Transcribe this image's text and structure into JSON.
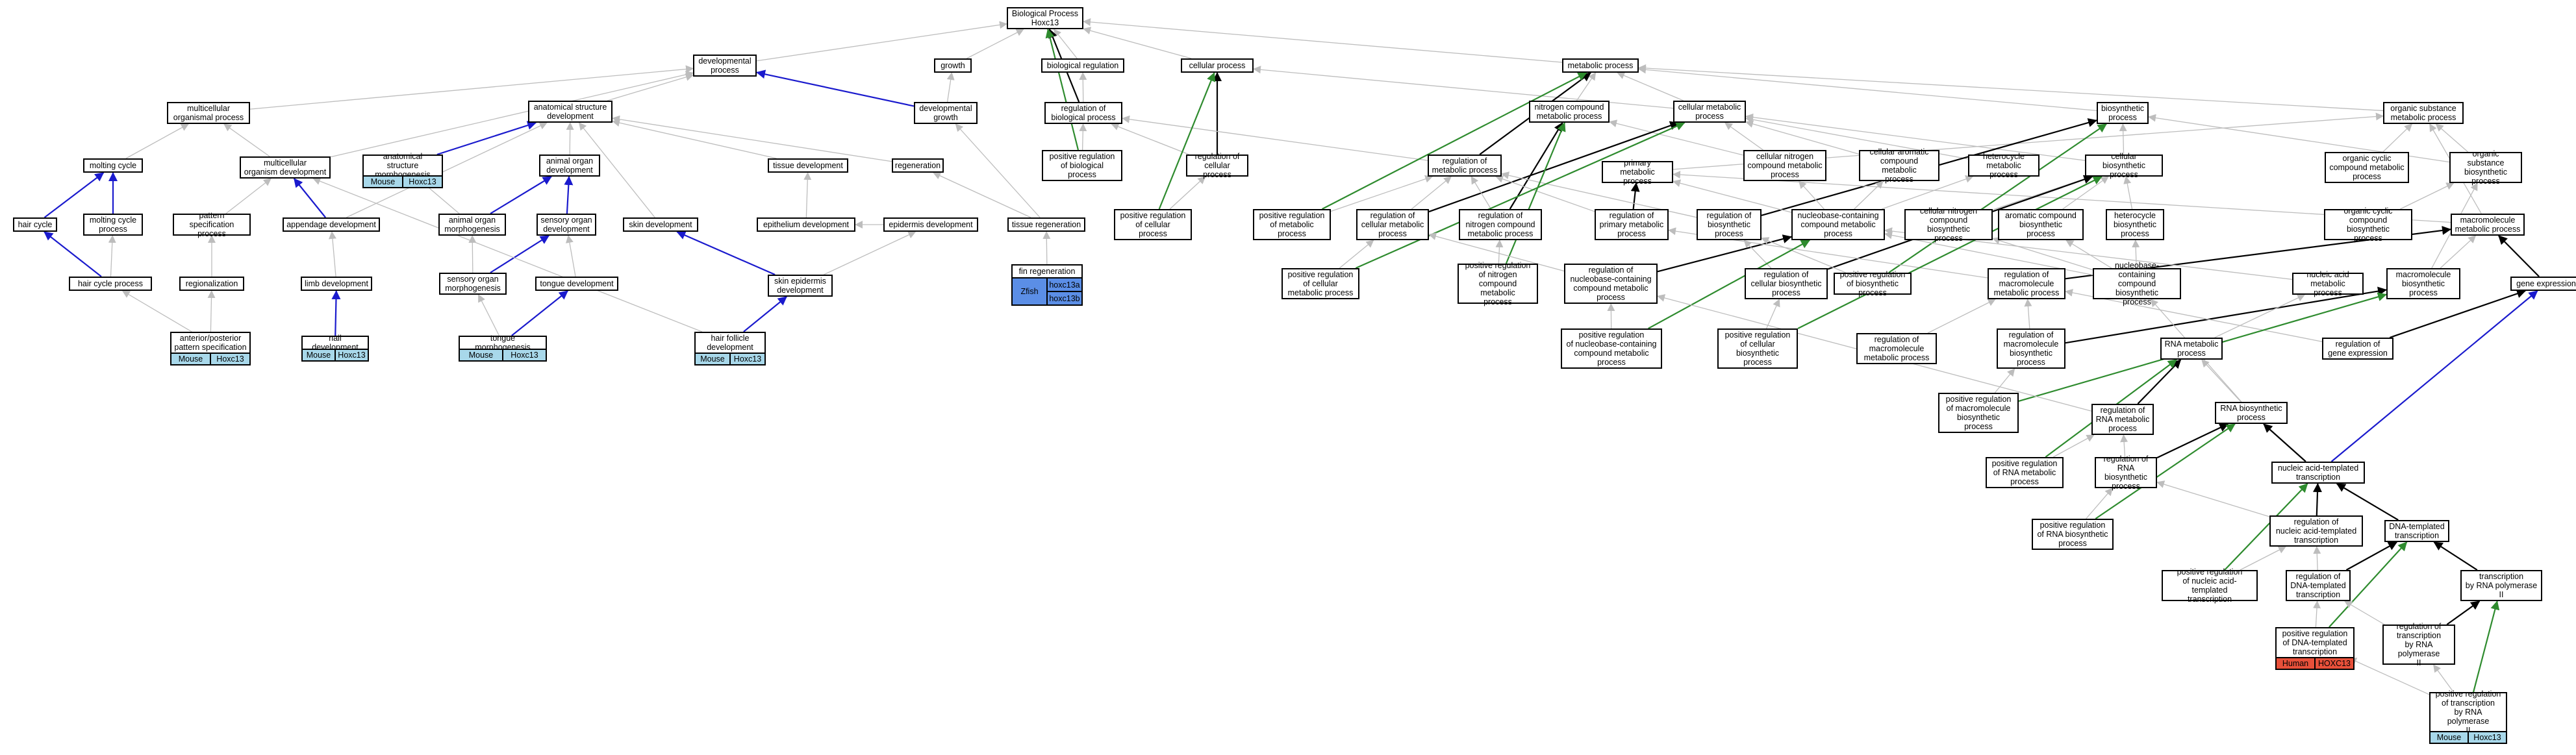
{
  "colors": {
    "generic_edge": "#bdbdbd",
    "positive_edge": "#2e8b2e",
    "part_of_edge": "#1a1acd",
    "regulates_edge": "#000000",
    "mouse_tag": "#a8d8ea",
    "human_tag": "#e8503a",
    "zfish_tag": "#5b8ee6"
  },
  "nodes": [
    {
      "id": "bp",
      "label": "Biological Process\nHoxc13"
    },
    {
      "id": "dev",
      "label": "developmental\nprocess"
    },
    {
      "id": "growth",
      "label": "growth"
    },
    {
      "id": "bioreg",
      "label": "biological regulation"
    },
    {
      "id": "cellproc",
      "label": "cellular process"
    },
    {
      "id": "metab",
      "label": "metabolic process"
    },
    {
      "id": "mop",
      "label": "multicellular\norganismal process"
    },
    {
      "id": "asd",
      "label": "anatomical structure\ndevelopment"
    },
    {
      "id": "devgrowth",
      "label": "developmental\ngrowth"
    },
    {
      "id": "regbio",
      "label": "regulation of\nbiological process"
    },
    {
      "id": "ncmp",
      "label": "nitrogen compound\nmetabolic process"
    },
    {
      "id": "cmp",
      "label": "cellular metabolic\nprocess"
    },
    {
      "id": "biosyn",
      "label": "biosynthetic\nprocess"
    },
    {
      "id": "osmp",
      "label": "organic substance\nmetabolic process"
    },
    {
      "id": "molt",
      "label": "molting cycle"
    },
    {
      "id": "mod",
      "label": "multicellular\norganism development"
    },
    {
      "id": "asm",
      "label": "anatomical structure\nmorphogenesis"
    },
    {
      "id": "aod",
      "label": "animal organ\ndevelopment"
    },
    {
      "id": "tissue",
      "label": "tissue development"
    },
    {
      "id": "regen",
      "label": "regeneration"
    },
    {
      "id": "prbp",
      "label": "positive regulation\nof biological\nprocess"
    },
    {
      "id": "regcp",
      "label": "regulation of\ncellular process"
    },
    {
      "id": "regmp",
      "label": "regulation of\nmetabolic process"
    },
    {
      "id": "pmp",
      "label": "primary metabolic\nprocess"
    },
    {
      "id": "cncmp",
      "label": "cellular nitrogen\ncompound metabolic\nprocess"
    },
    {
      "id": "cacmp",
      "label": "cellular aromatic\ncompound metabolic\nprocess"
    },
    {
      "id": "hmp",
      "label": "heterocycle\nmetabolic process"
    },
    {
      "id": "cbp",
      "label": "cellular biosynthetic\nprocess"
    },
    {
      "id": "occmp",
      "label": "organic cyclic\ncompound metabolic\nprocess"
    },
    {
      "id": "osbp",
      "label": "organic substance\nbiosynthetic\nprocess"
    },
    {
      "id": "hair",
      "label": "hair cycle"
    },
    {
      "id": "moltproc",
      "label": "molting cycle\nprocess"
    },
    {
      "id": "psp",
      "label": "pattern specification\nprocess"
    },
    {
      "id": "appdev",
      "label": "appendage development"
    },
    {
      "id": "aom",
      "label": "animal organ\nmorphogenesis"
    },
    {
      "id": "sod",
      "label": "sensory organ\ndevelopment"
    },
    {
      "id": "skin",
      "label": "skin development"
    },
    {
      "id": "epi",
      "label": "epithelium development"
    },
    {
      "id": "epid",
      "label": "epidermis development"
    },
    {
      "id": "tisreg",
      "label": "tissue regeneration"
    },
    {
      "id": "prcp",
      "label": "positive regulation\nof cellular\nprocess"
    },
    {
      "id": "prmp",
      "label": "positive regulation\nof metabolic\nprocess"
    },
    {
      "id": "regcmp",
      "label": "regulation of\ncellular metabolic\nprocess"
    },
    {
      "id": "regncmp",
      "label": "regulation of\nnitrogen compound\nmetabolic process"
    },
    {
      "id": "regpmp",
      "label": "regulation of\nprimary metabolic\nprocess"
    },
    {
      "id": "regbsp",
      "label": "regulation of\nbiosynthetic\nprocess"
    },
    {
      "id": "nbcmp",
      "label": "nucleobase-containing\ncompound metabolic\nprocess"
    },
    {
      "id": "cncbp",
      "label": "cellular nitrogen\ncompound biosynthetic\nprocess"
    },
    {
      "id": "acbp",
      "label": "aromatic compound\nbiosynthetic\nprocess"
    },
    {
      "id": "hbp",
      "label": "heterocycle\nbiosynthetic\nprocess"
    },
    {
      "id": "occbp",
      "label": "organic cyclic\ncompound biosynthetic\nprocess"
    },
    {
      "id": "mmp",
      "label": "macromolecule\nmetabolic process"
    },
    {
      "id": "hcp",
      "label": "hair cycle process"
    },
    {
      "id": "regionalization",
      "label": "regionalization"
    },
    {
      "id": "limb",
      "label": "limb development"
    },
    {
      "id": "som",
      "label": "sensory organ\nmorphogenesis"
    },
    {
      "id": "tongue",
      "label": "tongue development"
    },
    {
      "id": "sed",
      "label": "skin epidermis\ndevelopment"
    },
    {
      "id": "fin",
      "label": "fin regeneration"
    },
    {
      "id": "prcmp",
      "label": "positive regulation\nof cellular\nmetabolic process"
    },
    {
      "id": "prncmp",
      "label": "positive regulation\nof nitrogen\ncompound metabolic\nprocess"
    },
    {
      "id": "regnbcmp",
      "label": "regulation of\nnucleobase-containing\ncompound metabolic\nprocess"
    },
    {
      "id": "regcbp",
      "label": "regulation of\ncellular biosynthetic\nprocess"
    },
    {
      "id": "prbsp",
      "label": "positive regulation\nof biosynthetic\nprocess"
    },
    {
      "id": "regmmp",
      "label": "regulation of\nmacromolecule\nmetabolic process"
    },
    {
      "id": "nbcbp",
      "label": "nucleobase-containing\ncompound biosynthetic\nprocess"
    },
    {
      "id": "namp",
      "label": "nucleic acid\nmetabolic process"
    },
    {
      "id": "mbp",
      "label": "macromolecule\nbiosynthetic\nprocess"
    },
    {
      "id": "ge",
      "label": "gene expression"
    },
    {
      "id": "apsp",
      "label": "anterior/posterior\npattern specification"
    },
    {
      "id": "nail",
      "label": "nail development"
    },
    {
      "id": "tm",
      "label": "tongue morphogenesis"
    },
    {
      "id": "hfd",
      "label": "hair follicle\ndevelopment"
    },
    {
      "id": "prnbcmp",
      "label": "positive regulation\nof nucleobase-containing\ncompound metabolic\nprocess"
    },
    {
      "id": "prcbp",
      "label": "positive regulation\nof cellular\nbiosynthetic\nprocess"
    },
    {
      "id": "regmmbp",
      "label": "regulation of\nmacromolecule\nmetabolic process"
    },
    {
      "id": "regmbp",
      "label": "regulation of\nmacromolecule\nbiosynthetic\nprocess"
    },
    {
      "id": "rnamp",
      "label": "RNA metabolic\nprocess"
    },
    {
      "id": "regge",
      "label": "regulation of\ngene expression"
    },
    {
      "id": "prmbp",
      "label": "positive regulation\nof macromolecule\nbiosynthetic\nprocess"
    },
    {
      "id": "regrnamp",
      "label": "regulation of\nRNA metabolic\nprocess"
    },
    {
      "id": "rnabp",
      "label": "RNA biosynthetic\nprocess"
    },
    {
      "id": "prrnamp",
      "label": "positive regulation\nof RNA metabolic\nprocess"
    },
    {
      "id": "regrnabp",
      "label": "regulation of\nRNA biosynthetic\nprocess"
    },
    {
      "id": "natt",
      "label": "nucleic acid-templated\ntranscription"
    },
    {
      "id": "prrnabp",
      "label": "positive regulation\nof RNA biosynthetic\nprocess"
    },
    {
      "id": "regnatt",
      "label": "regulation of\nnucleic acid-templated\ntranscription"
    },
    {
      "id": "dtt",
      "label": "DNA-templated\ntranscription"
    },
    {
      "id": "prnatt",
      "label": "positive regulation\nof nucleic acid-templated\ntranscription"
    },
    {
      "id": "regdtt",
      "label": "regulation of\nDNA-templated\ntranscription"
    },
    {
      "id": "tbp2",
      "label": "transcription\nby RNA polymerase\nII"
    },
    {
      "id": "prdtt",
      "label": "positive regulation\nof DNA-templated\ntranscription"
    },
    {
      "id": "regtbp2",
      "label": "regulation of\ntranscription\nby RNA polymerase\nII"
    },
    {
      "id": "prtbp2",
      "label": "positive regulation\nof transcription\nby RNA polymerase\nII"
    }
  ],
  "tags": [
    {
      "node": "asm",
      "species": "Mouse",
      "gene": "Hoxc13"
    },
    {
      "node": "apsp",
      "species": "Mouse",
      "gene": "Hoxc13"
    },
    {
      "node": "nail",
      "species": "Mouse",
      "gene": "Hoxc13"
    },
    {
      "node": "tm",
      "species": "Mouse",
      "gene": "Hoxc13"
    },
    {
      "node": "hfd",
      "species": "Mouse",
      "gene": "Hoxc13"
    },
    {
      "node": "prdtt",
      "species": "Human",
      "gene": "HOXC13"
    },
    {
      "node": "prtbp2",
      "species": "Mouse",
      "gene": "Hoxc13"
    }
  ],
  "fin_tag": {
    "species": "Zfish",
    "genes": [
      "hoxc13a",
      "hoxc13b"
    ]
  },
  "edges": [
    [
      "dev",
      "bp",
      "g"
    ],
    [
      "growth",
      "bp",
      "g"
    ],
    [
      "bioreg",
      "bp",
      "g"
    ],
    [
      "cellproc",
      "bp",
      "g"
    ],
    [
      "metab",
      "bp",
      "g"
    ],
    [
      "mop",
      "dev",
      "g"
    ],
    [
      "asd",
      "dev",
      "g"
    ],
    [
      "devgrowth",
      "dev",
      "b"
    ],
    [
      "devgrowth",
      "growth",
      "g"
    ],
    [
      "regbio",
      "bioreg",
      "g"
    ],
    [
      "regbio",
      "bp",
      "k"
    ],
    [
      "prbp",
      "regbio",
      "g"
    ],
    [
      "prbp",
      "bp",
      "p"
    ],
    [
      "regcp",
      "cellproc",
      "k"
    ],
    [
      "regcp",
      "regbio",
      "g"
    ],
    [
      "ncmp",
      "metab",
      "g"
    ],
    [
      "cmp",
      "metab",
      "g"
    ],
    [
      "cmp",
      "cellproc",
      "g"
    ],
    [
      "biosyn",
      "metab",
      "g"
    ],
    [
      "osmp",
      "metab",
      "g"
    ],
    [
      "molt",
      "mop",
      "g"
    ],
    [
      "mod",
      "mop",
      "g"
    ],
    [
      "mod",
      "dev",
      "g"
    ],
    [
      "asm",
      "asd",
      "b"
    ],
    [
      "aod",
      "asd",
      "g"
    ],
    [
      "tissue",
      "asd",
      "g"
    ],
    [
      "regen",
      "asd",
      "g"
    ],
    [
      "regmp",
      "metab",
      "k"
    ],
    [
      "regmp",
      "regbio",
      "g"
    ],
    [
      "pmp",
      "osmp",
      "g"
    ],
    [
      "cncmp",
      "ncmp",
      "g"
    ],
    [
      "cncmp",
      "cmp",
      "g"
    ],
    [
      "cacmp",
      "cmp",
      "g"
    ],
    [
      "hmp",
      "cmp",
      "g"
    ],
    [
      "cbp",
      "biosyn",
      "g"
    ],
    [
      "cbp",
      "cmp",
      "g"
    ],
    [
      "occmp",
      "osmp",
      "g"
    ],
    [
      "osbp",
      "biosyn",
      "g"
    ],
    [
      "osbp",
      "osmp",
      "g"
    ],
    [
      "hair",
      "molt",
      "b"
    ],
    [
      "moltproc",
      "molt",
      "b"
    ],
    [
      "psp",
      "mod",
      "g"
    ],
    [
      "appdev",
      "mod",
      "b"
    ],
    [
      "appdev",
      "asd",
      "g"
    ],
    [
      "aom",
      "aod",
      "b"
    ],
    [
      "aom",
      "asm",
      "g"
    ],
    [
      "sod",
      "aod",
      "b"
    ],
    [
      "skin",
      "asd",
      "g"
    ],
    [
      "epi",
      "tissue",
      "g"
    ],
    [
      "epid",
      "epi",
      "g"
    ],
    [
      "tisreg",
      "regen",
      "g"
    ],
    [
      "tisreg",
      "devgrowth",
      "g"
    ],
    [
      "fin",
      "tisreg",
      "g"
    ],
    [
      "prcp",
      "regcp",
      "g"
    ],
    [
      "prcp",
      "cellproc",
      "p"
    ],
    [
      "prmp",
      "regmp",
      "g"
    ],
    [
      "prmp",
      "metab",
      "p"
    ],
    [
      "regcmp",
      "cmp",
      "k"
    ],
    [
      "regcmp",
      "regmp",
      "g"
    ],
    [
      "regncmp",
      "ncmp",
      "k"
    ],
    [
      "regncmp",
      "regmp",
      "g"
    ],
    [
      "regpmp",
      "pmp",
      "k"
    ],
    [
      "regpmp",
      "regmp",
      "g"
    ],
    [
      "regbsp",
      "biosyn",
      "k"
    ],
    [
      "regbsp",
      "regmp",
      "g"
    ],
    [
      "nbcmp",
      "cncmp",
      "g"
    ],
    [
      "nbcmp",
      "cacmp",
      "g"
    ],
    [
      "nbcmp",
      "hmp",
      "g"
    ],
    [
      "nbcmp",
      "pmp",
      "g"
    ],
    [
      "cncbp",
      "cbp",
      "g"
    ],
    [
      "acbp",
      "cbp",
      "g"
    ],
    [
      "hbp",
      "cbp",
      "g"
    ],
    [
      "occbp",
      "osbp",
      "g"
    ],
    [
      "mmp",
      "pmp",
      "g"
    ],
    [
      "mmp",
      "osmp",
      "g"
    ],
    [
      "hcp",
      "hair",
      "b"
    ],
    [
      "hcp",
      "moltproc",
      "g"
    ],
    [
      "regionalization",
      "psp",
      "g"
    ],
    [
      "limb",
      "appdev",
      "g"
    ],
    [
      "som",
      "sod",
      "b"
    ],
    [
      "som",
      "aom",
      "g"
    ],
    [
      "tongue",
      "sod",
      "g"
    ],
    [
      "sed",
      "skin",
      "b"
    ],
    [
      "sed",
      "epid",
      "g"
    ],
    [
      "prcmp",
      "regcmp",
      "g"
    ],
    [
      "prcmp",
      "cmp",
      "p"
    ],
    [
      "prncmp",
      "regncmp",
      "g"
    ],
    [
      "prncmp",
      "ncmp",
      "p"
    ],
    [
      "regnbcmp",
      "nbcmp",
      "k"
    ],
    [
      "regnbcmp",
      "regcmp",
      "g"
    ],
    [
      "regcbp",
      "cbp",
      "k"
    ],
    [
      "regcbp",
      "regbsp",
      "g"
    ],
    [
      "prbsp",
      "regbsp",
      "g"
    ],
    [
      "prbsp",
      "biosyn",
      "p"
    ],
    [
      "regmmp",
      "mmp",
      "k"
    ],
    [
      "regmmp",
      "regpmp",
      "g"
    ],
    [
      "nbcbp",
      "nbcmp",
      "g"
    ],
    [
      "nbcbp",
      "cncbp",
      "g"
    ],
    [
      "nbcbp",
      "acbp",
      "g"
    ],
    [
      "nbcbp",
      "hbp",
      "g"
    ],
    [
      "namp",
      "nbcmp",
      "g"
    ],
    [
      "mbp",
      "mmp",
      "g"
    ],
    [
      "mbp",
      "osbp",
      "g"
    ],
    [
      "ge",
      "mmp",
      "k"
    ],
    [
      "apsp",
      "regionalization",
      "g"
    ],
    [
      "apsp",
      "hcp",
      "g"
    ],
    [
      "nail",
      "limb",
      "b"
    ],
    [
      "tm",
      "tongue",
      "b"
    ],
    [
      "tm",
      "som",
      "g"
    ],
    [
      "hfd",
      "sed",
      "b"
    ],
    [
      "hfd",
      "mod",
      "g"
    ],
    [
      "prnbcmp",
      "regnbcmp",
      "g"
    ],
    [
      "prnbcmp",
      "nbcmp",
      "p"
    ],
    [
      "prcbp",
      "regcbp",
      "g"
    ],
    [
      "prcbp",
      "cbp",
      "p"
    ],
    [
      "regmmbp",
      "regmmp",
      "g"
    ],
    [
      "regmbp",
      "mbp",
      "k"
    ],
    [
      "regmbp",
      "regmmp",
      "g"
    ],
    [
      "rnamp",
      "namp",
      "g"
    ],
    [
      "regge",
      "ge",
      "k"
    ],
    [
      "regge",
      "regmmp",
      "g"
    ],
    [
      "prmbp",
      "regmbp",
      "g"
    ],
    [
      "prmbp",
      "mbp",
      "p"
    ],
    [
      "regrnamp",
      "rnamp",
      "k"
    ],
    [
      "regrnamp",
      "regnbcmp",
      "g"
    ],
    [
      "rnabp",
      "rnamp",
      "g"
    ],
    [
      "rnabp",
      "nbcbp",
      "g"
    ],
    [
      "prrnamp",
      "regrnamp",
      "g"
    ],
    [
      "prrnamp",
      "rnamp",
      "p"
    ],
    [
      "regrnabp",
      "rnabp",
      "k"
    ],
    [
      "regrnabp",
      "regrnamp",
      "g"
    ],
    [
      "natt",
      "rnabp",
      "k"
    ],
    [
      "natt",
      "ge",
      "b"
    ],
    [
      "prrnabp",
      "regrnabp",
      "g"
    ],
    [
      "prrnabp",
      "rnabp",
      "p"
    ],
    [
      "regnatt",
      "natt",
      "k"
    ],
    [
      "regnatt",
      "regrnabp",
      "g"
    ],
    [
      "dtt",
      "natt",
      "k"
    ],
    [
      "prnatt",
      "regnatt",
      "g"
    ],
    [
      "prnatt",
      "natt",
      "p"
    ],
    [
      "regdtt",
      "dtt",
      "k"
    ],
    [
      "regdtt",
      "regnatt",
      "g"
    ],
    [
      "tbp2",
      "dtt",
      "k"
    ],
    [
      "prdtt",
      "regdtt",
      "g"
    ],
    [
      "prdtt",
      "dtt",
      "p"
    ],
    [
      "regtbp2",
      "tbp2",
      "k"
    ],
    [
      "regtbp2",
      "regdtt",
      "g"
    ],
    [
      "prtbp2",
      "regtbp2",
      "g"
    ],
    [
      "prtbp2",
      "tbp2",
      "p"
    ],
    [
      "prtbp2",
      "prdtt",
      "g"
    ]
  ]
}
